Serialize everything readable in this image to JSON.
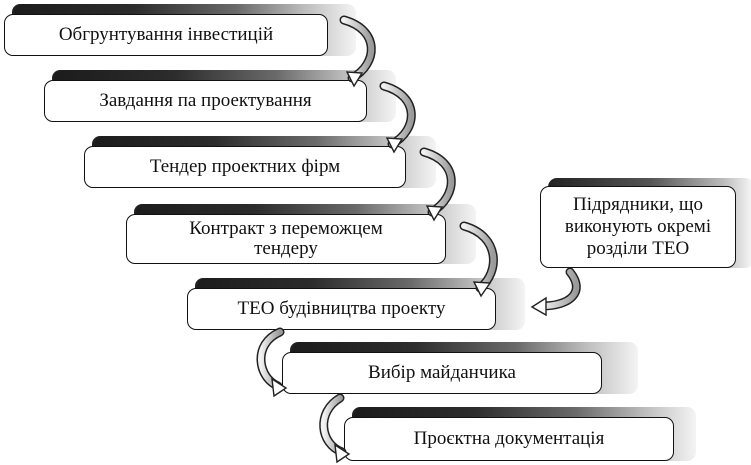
{
  "steps": [
    {
      "label": "Обгрунтування інвестицій"
    },
    {
      "label": "Завдання па проектування"
    },
    {
      "label": "Тендер проектних фірм"
    },
    {
      "label_line1": "Контракт з переможцем",
      "label_line2": "тендеру"
    },
    {
      "label": "ТЕО будівництва проекту"
    },
    {
      "label": "Вибір майданчика"
    },
    {
      "label": "Проєктна документація"
    }
  ],
  "side_box": {
    "line1": "Підрядники, що",
    "line2": "виконують окремі",
    "line3": "розділи ТЕО"
  }
}
